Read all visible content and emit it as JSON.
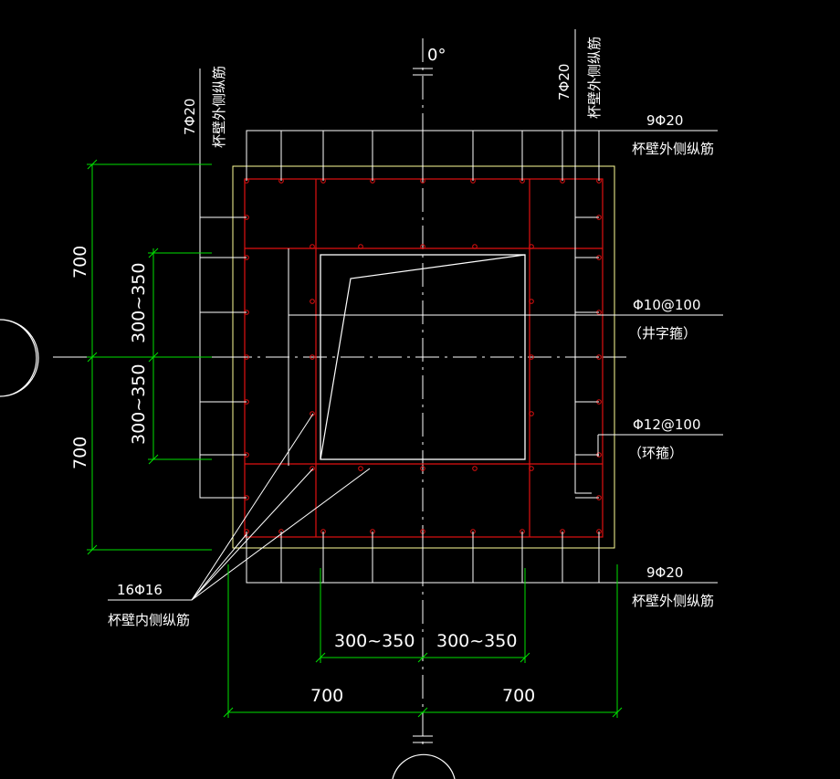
{
  "axis_label": "0°",
  "labels": {
    "top_left_count": "7Φ20",
    "top_left_desc": "杯壁外侧纵筋",
    "top_right_count": "7Φ20",
    "top_right_desc": "杯壁外侧纵筋",
    "top_count": "9Φ20",
    "top_desc": "杯壁外侧纵筋",
    "stirrup1_spec": "Φ10@100",
    "stirrup1_desc": "（井字箍）",
    "stirrup2_spec": "Φ12@100",
    "stirrup2_desc": "（环箍）",
    "bottom_count": "9Φ20",
    "bottom_desc": "杯壁外侧纵筋",
    "inner_count": "16Φ16",
    "inner_desc": "杯壁内侧纵筋"
  },
  "dimensions": {
    "left_top": "700",
    "left_bottom": "700",
    "left_inner_top": "300~350",
    "left_inner_bottom": "300~350",
    "bottom_inner_left": "300~350",
    "bottom_inner_right": "300~350",
    "bottom_left": "700",
    "bottom_right": "700"
  },
  "colors": {
    "background": "#000000",
    "outline": "#ffffff",
    "rebar": "#e01010",
    "dimension": "#00e000",
    "axis": "#ffffff",
    "outer_boundary": "#ffff99"
  }
}
